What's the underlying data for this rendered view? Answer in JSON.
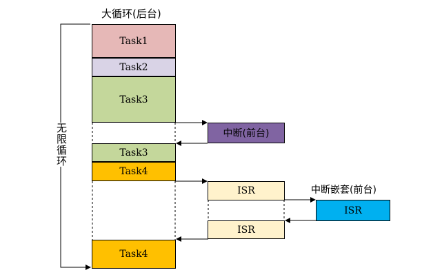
{
  "labels": {
    "main_loop": "大循环(后台)",
    "infinite_loop": "无限循环",
    "interrupt": "中断(前台)",
    "nested_interrupt": "中断嵌套(前台)"
  },
  "tasks": {
    "task1": "Task1",
    "task2": "Task2",
    "task3a": "Task3",
    "task3b": "Task3",
    "task4a": "Task4",
    "task4b": "Task4"
  },
  "isr": {
    "isr1": "ISR",
    "isr_nested": "ISR",
    "isr2": "ISR"
  },
  "colors": {
    "task1": "#e6b8b7",
    "task2": "#d9d3e6",
    "task3": "#c4d79b",
    "task4": "#ffc000",
    "interrupt": "#8064a2",
    "isr": "#fff2cc",
    "nested_isr": "#00b0f0"
  }
}
